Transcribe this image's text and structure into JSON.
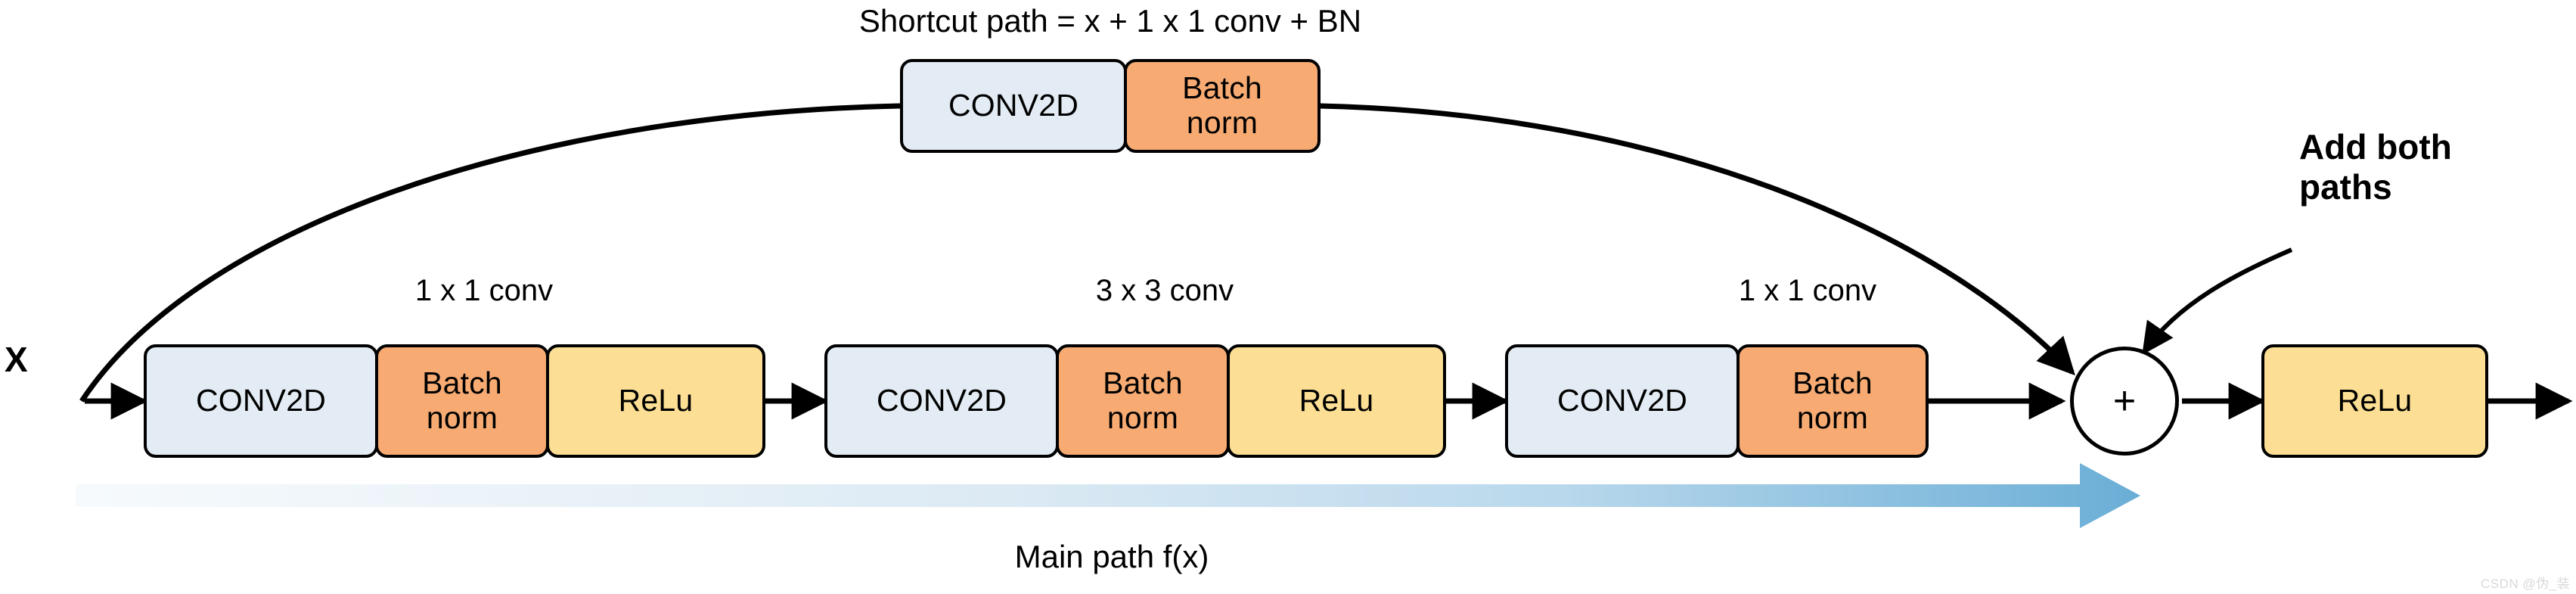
{
  "diagram": {
    "title": "Shortcut path = x + 1 x 1 conv + BN",
    "input_label": "X",
    "add_note": "Add both\npaths",
    "main_path_label": "Main path f(x)",
    "watermark": "CSDN @伪_装"
  },
  "colors": {
    "conv": "#e3ecf4",
    "batch_norm": "#f7ab73",
    "relu": "#fcdf94",
    "stroke": "#000000",
    "background": "#ffffff",
    "gradient_start": "#f4f9fc",
    "gradient_end": "#6aaed6"
  },
  "shortcut_path": {
    "caption": "Shortcut path = x + 1 x 1 conv + BN",
    "nodes": [
      {
        "label": "CONV2D",
        "type": "conv"
      },
      {
        "label": "Batch\nnorm",
        "type": "batch_norm"
      }
    ]
  },
  "main_path": {
    "label": "Main path f(x)",
    "blocks": [
      {
        "caption": "1 x 1 conv",
        "nodes": [
          {
            "label": "CONV2D",
            "type": "conv"
          },
          {
            "label": "Batch\nnorm",
            "type": "batch_norm"
          },
          {
            "label": "ReLu",
            "type": "relu"
          }
        ]
      },
      {
        "caption": "3 x 3 conv",
        "nodes": [
          {
            "label": "CONV2D",
            "type": "conv"
          },
          {
            "label": "Batch\nnorm",
            "type": "batch_norm"
          },
          {
            "label": "ReLu",
            "type": "relu"
          }
        ]
      },
      {
        "caption": "1 x 1 conv",
        "nodes": [
          {
            "label": "CONV2D",
            "type": "conv"
          },
          {
            "label": "Batch\nnorm",
            "type": "batch_norm"
          }
        ]
      }
    ]
  },
  "adder": {
    "symbol": "+",
    "note": "Add both\npaths"
  },
  "output_block": {
    "nodes": [
      {
        "label": "ReLu",
        "type": "relu"
      }
    ]
  }
}
